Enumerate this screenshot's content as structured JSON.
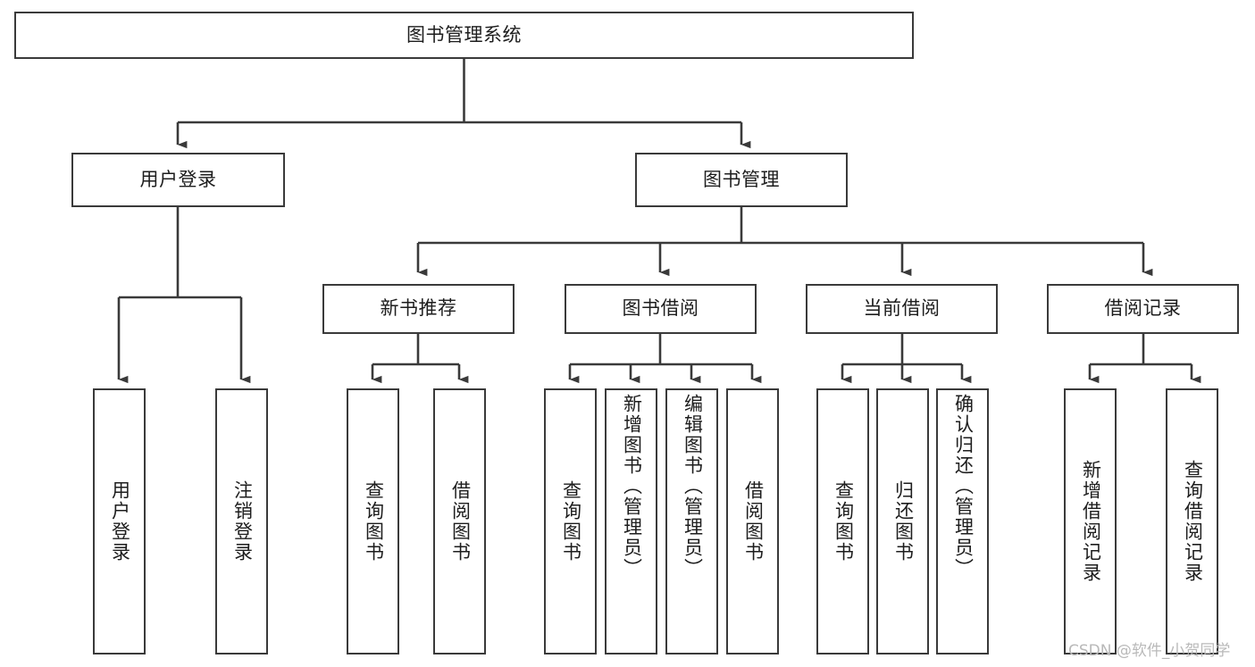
{
  "diagram": {
    "type": "tree-hierarchy-chart",
    "title": "图书管理系统",
    "watermark": "CSDN @软件_小贺同学",
    "colors": {
      "background": "#ffffff",
      "border": "#3a3a3a",
      "text": "#1d1d1d",
      "connector": "#3a3a3a",
      "watermark": "#b9b9b9"
    },
    "root": {
      "label": "图书管理系统"
    },
    "level1": [
      {
        "label": "用户登录"
      },
      {
        "label": "图书管理"
      }
    ],
    "level2": [
      {
        "label": "新书推荐"
      },
      {
        "label": "图书借阅"
      },
      {
        "label": "当前借阅"
      },
      {
        "label": "借阅记录"
      }
    ],
    "leaves": {
      "user_login": [
        {
          "label": "用户登录"
        },
        {
          "label": "注销登录"
        }
      ],
      "new_book_recommend": [
        {
          "label": "查询图书"
        },
        {
          "label": "借阅图书"
        }
      ],
      "book_borrow": [
        {
          "label": "查询图书"
        },
        {
          "label": "新增图书（管理员）"
        },
        {
          "label": "编辑图书（管理员）"
        },
        {
          "label": "借阅图书"
        }
      ],
      "current_borrow": [
        {
          "label": "查询图书"
        },
        {
          "label": "归还图书"
        },
        {
          "label": "确认归还（管理员）"
        }
      ],
      "borrow_record": [
        {
          "label": "新增借阅记录"
        },
        {
          "label": "查询借阅记录"
        }
      ]
    }
  }
}
